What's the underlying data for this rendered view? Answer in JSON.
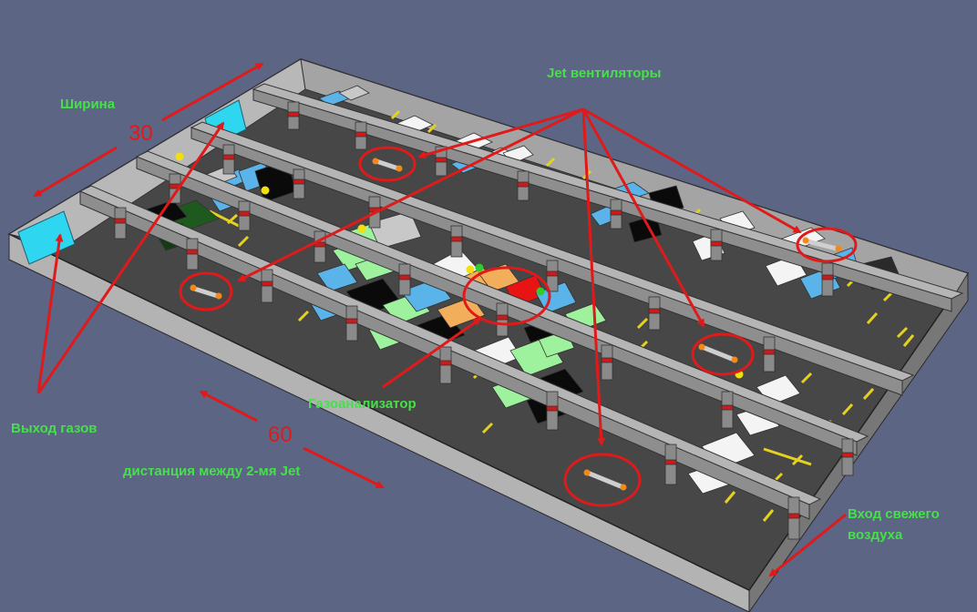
{
  "labels": {
    "width": "Ширина",
    "jet_fans": "Jet вентиляторы",
    "gas_exhaust": "Выход газов",
    "gas_analyzer": "Газоанализатор",
    "jet_distance": "дистанция между 2-мя Jet",
    "fresh_air_line1": "Вход свежего",
    "fresh_air_line2": "воздуха"
  },
  "dimensions": {
    "width_value": "30",
    "distance_value": "60"
  },
  "colors": {
    "background": "#5d6584",
    "label_green": "#45e04a",
    "annotation_red": "#e01a1a",
    "floor": "#474747",
    "outer_wall": "#a9a9a9",
    "beam": "#8a8a8a",
    "exhaust_opening": "#2fd6f0",
    "parking_line": "#e6d21e",
    "car_blue": "#5ab4ea",
    "car_green": "#9ef29e",
    "car_dark_green": "#1e5a1e",
    "car_white": "#f4f4f4",
    "car_black": "#0a0a0a",
    "car_orange": "#f2ae5a",
    "car_red": "#e81414"
  },
  "icons": [
    "jet-fan-icon",
    "gas-analyzer-icon"
  ]
}
